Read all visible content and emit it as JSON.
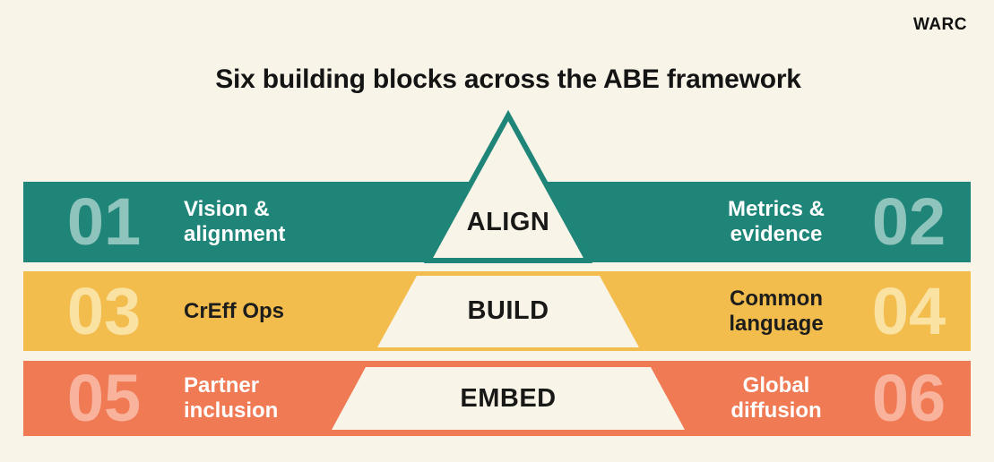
{
  "colors": {
    "background": "#F9F4E8",
    "teal": "#1F8579",
    "teal_light": "#8FC4BC",
    "yellow": "#F3BD4E",
    "yellow_light": "#F9E2A2",
    "orange": "#EF7A54",
    "orange_light": "#F9B29C",
    "text_dark": "#1D1D1B",
    "text_light": "#FFFFFF"
  },
  "header": {
    "logo": "WARC",
    "title": "Six building blocks across the ABE framework"
  },
  "rows": [
    {
      "band": "teal",
      "left_number": "01",
      "left_label": "Vision &\nalignment",
      "center_label": "ALIGN",
      "right_label": "Metrics &\nevidence",
      "right_number": "02"
    },
    {
      "band": "yellow",
      "left_number": "03",
      "left_label": "CrEff Ops",
      "center_label": "BUILD",
      "right_label": "Common\nlanguage",
      "right_number": "04"
    },
    {
      "band": "orange",
      "left_number": "05",
      "left_label": "Partner\ninclusion",
      "center_label": "EMBED",
      "right_label": "Global\ndiffusion",
      "right_number": "06"
    }
  ]
}
